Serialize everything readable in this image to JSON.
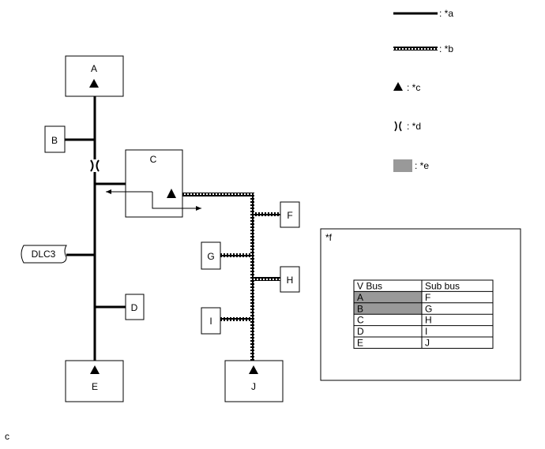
{
  "ecus": {
    "A": "A",
    "B": "B",
    "C": "C",
    "D": "D",
    "E": "E",
    "F": "F",
    "G": "G",
    "H": "H",
    "I": "I",
    "J": "J",
    "DLC3": "DLC3"
  },
  "legend": {
    "a": ": *a",
    "b": ": *b",
    "c": ": *c",
    "d": ": *d",
    "e": ": *e"
  },
  "table": {
    "label": "*f",
    "headers": [
      "V Bus",
      "Sub bus"
    ],
    "rows": [
      {
        "v": "A",
        "sub": "F",
        "highlight": true
      },
      {
        "v": "B",
        "sub": "G",
        "highlight": true
      },
      {
        "v": "C",
        "sub": "H",
        "highlight": false
      },
      {
        "v": "D",
        "sub": "I",
        "highlight": false
      },
      {
        "v": "E",
        "sub": "J",
        "highlight": false
      }
    ]
  },
  "corner_label": "c",
  "colors": {
    "line": "#000000",
    "highlight": "#999999"
  }
}
